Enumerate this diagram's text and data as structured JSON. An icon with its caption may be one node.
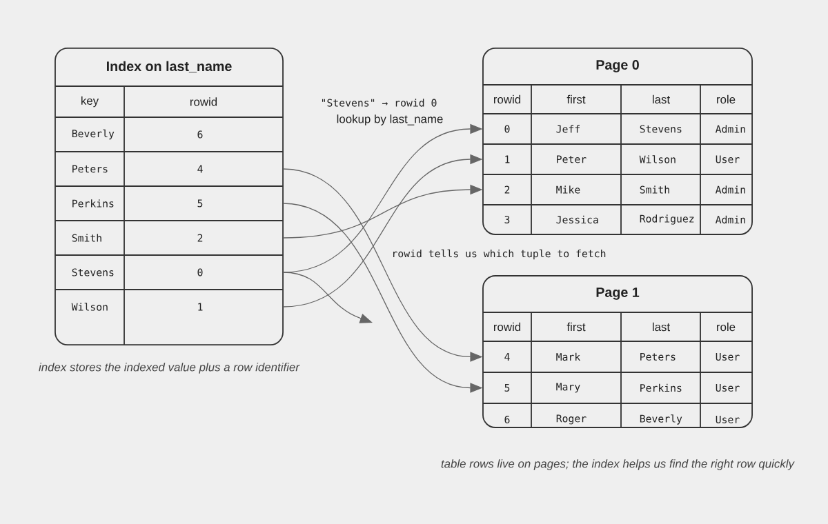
{
  "diagram": {
    "nodes": [
      {
        "text": [
          "Index on last_name"
        ]
      },
      {
        "text": [
          "key",
          "rowid"
        ],
        "in": 0
      },
      {
        "text": [
          "Beverly",
          "6"
        ],
        "in": 0
      },
      {
        "text": [
          "Peters",
          "4"
        ],
        "in": 0
      },
      {
        "text": [
          "Perkins",
          "5"
        ],
        "in": 0
      },
      {
        "text": [
          "Smith",
          "2"
        ],
        "in": 0
      },
      {
        "text": [
          "Stevens",
          "0"
        ],
        "in": 0
      },
      {
        "text": [
          "Wilson",
          "1"
        ],
        "in": 0
      },
      {
        "text": [
          "Page 0"
        ]
      },
      {
        "text": [
          "rowid",
          "first",
          "last",
          "role"
        ],
        "in": 8
      },
      {
        "text": [
          "0",
          "Jeff",
          "Stevens",
          "Admin"
        ],
        "in": 8
      },
      {
        "text": [
          "1",
          "Peter",
          "Wilson",
          "User"
        ],
        "in": 8
      },
      {
        "text": [
          "2",
          "Mike",
          "Smith",
          "Admin"
        ],
        "in": 8
      },
      {
        "text": [
          "3",
          "Jessica",
          "Rodriguez",
          "Admin"
        ],
        "in": 8
      },
      {
        "text": [
          "Page 1"
        ]
      },
      {
        "text": [
          "rowid",
          "first",
          "last",
          "role"
        ],
        "in": 14
      },
      {
        "text": [
          "4",
          "Mark",
          "Peters",
          "User"
        ],
        "in": 14
      },
      {
        "text": [
          "5",
          "Mary",
          "Perkins",
          "User"
        ],
        "in": 14
      },
      {
        "text": [
          "6",
          "Roger",
          "Beverly",
          "User"
        ],
        "in": 14
      }
    ],
    "edges": [
      {
        "from": 3,
        "to": 16,
        "arrow": "to"
      },
      {
        "from": 4,
        "to": 17,
        "arrow": "to"
      },
      {
        "from": 5,
        "to": 12,
        "arrow": "to"
      },
      {
        "from": 6,
        "to": 10,
        "arrow": "to"
      },
      {
        "from": 7,
        "to": 11,
        "arrow": "to"
      },
      {
        "from": 6,
        "to": null,
        "arrow": "to"
      }
    ],
    "labels": [
      "\"Stevens\" → rowid 0",
      "lookup by last_name",
      "rowid tells us which tuple to fetch",
      "index stores the indexed value plus a row identifier",
      "table rows live on pages; the index helps us find the right row quickly"
    ]
  }
}
